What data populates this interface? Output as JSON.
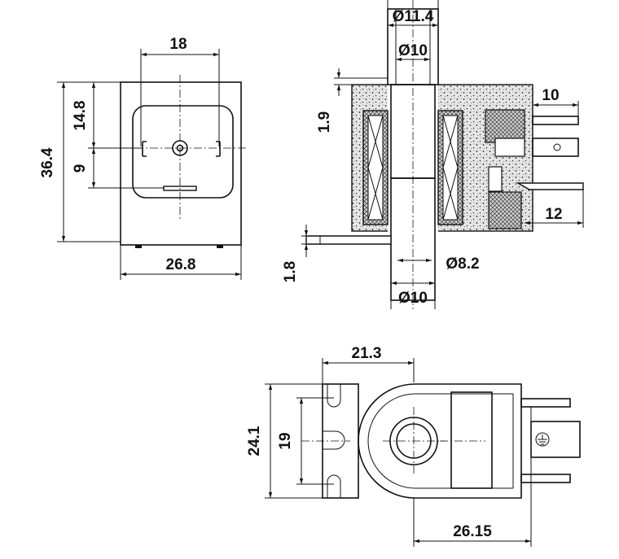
{
  "dimensions": {
    "front_width_top": "18",
    "front_h_14_8": "14.8",
    "front_h_36_4": "36.4",
    "front_h_9": "9",
    "front_width_bottom": "26.8",
    "side_dia_11_4": "Ø11.4",
    "side_dia_10_top": "Ø10",
    "side_1_9": "1.9",
    "side_10": "10",
    "side_12": "12",
    "side_1_8": "1.8",
    "side_dia_8_2": "Ø8.2",
    "side_dia_10_bottom": "Ø10",
    "top_21_3": "21.3",
    "top_24_1": "24.1",
    "top_19": "19",
    "top_26_15": "26.15"
  }
}
